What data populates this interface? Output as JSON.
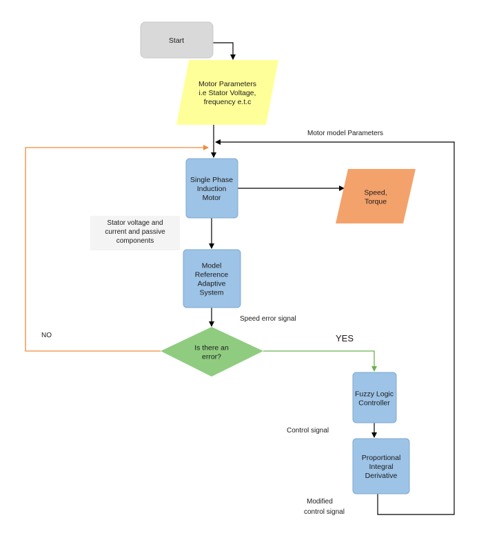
{
  "nodes": {
    "start": {
      "lines": [
        "Start"
      ]
    },
    "motor_params": {
      "lines": [
        "Motor Parameters",
        "i.e Stator Voltage,",
        "frequency e.t.c"
      ]
    },
    "induction_motor": {
      "lines": [
        "Single Phase",
        "Induction",
        "Motor"
      ]
    },
    "speed_torque": {
      "lines": [
        "Speed,",
        "Torque"
      ]
    },
    "mras": {
      "lines": [
        "Model",
        "Reference",
        "Adaptive",
        "System"
      ]
    },
    "decision": {
      "lines": [
        "Is there an",
        "error?"
      ]
    },
    "fuzzy": {
      "lines": [
        "Fuzzy Logic",
        "Controller"
      ]
    },
    "pid": {
      "lines": [
        "Proportional",
        "Integral",
        "Derivative"
      ]
    }
  },
  "labels": {
    "motor_model_params": {
      "lines": [
        "Motor model Parameters"
      ]
    },
    "stator_voltage": {
      "lines": [
        "Stator voltage and",
        "current and passive",
        "components"
      ]
    },
    "speed_error": {
      "lines": [
        "Speed error signal"
      ]
    },
    "no": {
      "lines": [
        "NO"
      ]
    },
    "yes": {
      "lines": [
        "YES"
      ]
    },
    "control_signal": {
      "lines": [
        "Control signal"
      ]
    },
    "modified_control": {
      "lines": [
        "Modified",
        "control signal"
      ]
    }
  },
  "colors": {
    "start_fill": "#d9d9d9",
    "io_fill": "#ffff99",
    "process_fill": "#9dc3e6",
    "output_fill": "#f4a26b",
    "decision_fill": "#8fcc80",
    "arrow": "#000000",
    "no_branch": "#f08a3c",
    "yes_branch": "#6ab04c"
  }
}
